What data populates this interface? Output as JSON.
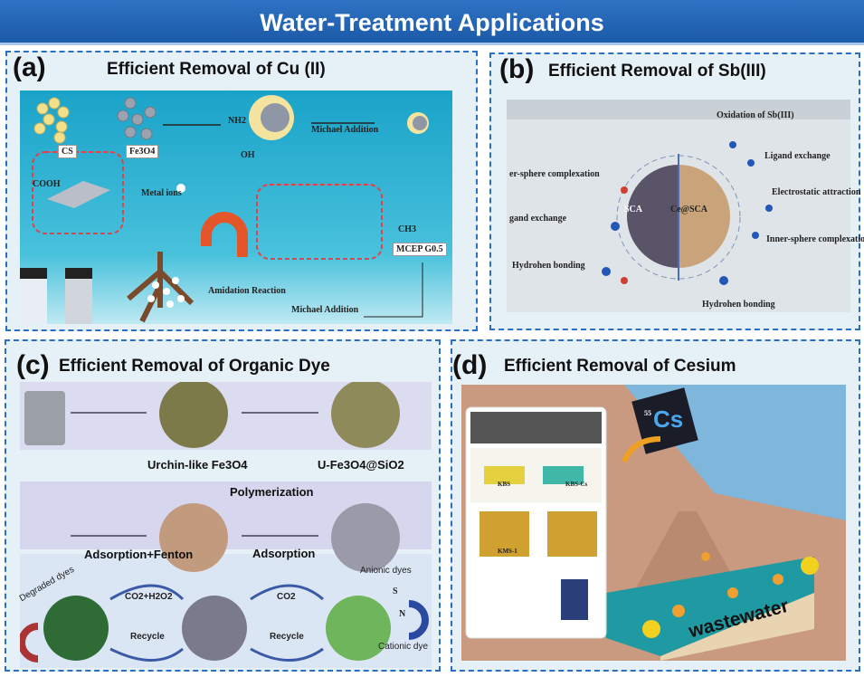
{
  "header": {
    "title": "Water-Treatment Applications"
  },
  "panels": {
    "a": {
      "label": "(a)",
      "title": "Efficient Removal of Cu (II)",
      "labels": {
        "cs": "CS",
        "fe3o4": "Fe3O4",
        "nh2": "NH2",
        "oh": "OH",
        "michael1": "Michael Addition",
        "metal": "Metal ions",
        "mcep": "MCEP G0.5",
        "amidation": "Amidation Reaction",
        "michael2": "Michael Addition",
        "cooh": "COOH",
        "ch3": "CH3"
      }
    },
    "b": {
      "label": "(b)",
      "title": "Efficient Removal of Sb(III)",
      "labels": {
        "oxidation": "Oxidation of Sb(III)",
        "ligand_r": "Ligand exchange",
        "electro": "Electrostatic attraction",
        "inner_r": "Inner-sphere complexation",
        "hbond_r": "Hydrohen bonding",
        "inner_l": "er-sphere complexation",
        "ligand_l": "gand exchange",
        "hbond_l": "Hydrohen bonding",
        "sca": "SCA",
        "cesca": "Ce@SCA"
      }
    },
    "c": {
      "label": "(c)",
      "title": "Efficient Removal of  Organic Dye",
      "labels": {
        "urchin": "Urchin-like  Fe3O4",
        "ufe": "U-Fe3O4@SiO2",
        "poly": "Polymerization",
        "adsfenton": "Adsorption+Fenton",
        "ads": "Adsorption",
        "co2h2o2": "CO2+H2O2",
        "co2": "CO2",
        "recycle": "Recycle",
        "degraded": "Degraded dyes",
        "anionic": "Anionic dyes",
        "cationic": "Cationic dye",
        "s": "S",
        "n": "N"
      }
    },
    "d": {
      "label": "(d)",
      "title": "Efficient Removal of  Cesium",
      "labels": {
        "cs": "Cs",
        "num": "55",
        "wastewater": "wastewater",
        "kbs": "KBS",
        "kbscs": "KBS-Cs",
        "kms": "KMS-1"
      }
    }
  },
  "colors": {
    "header": "#1f5fb0",
    "border": "#2a6fc2",
    "panel_bg": "#e6f0f7",
    "water": "#2ab3d4"
  }
}
